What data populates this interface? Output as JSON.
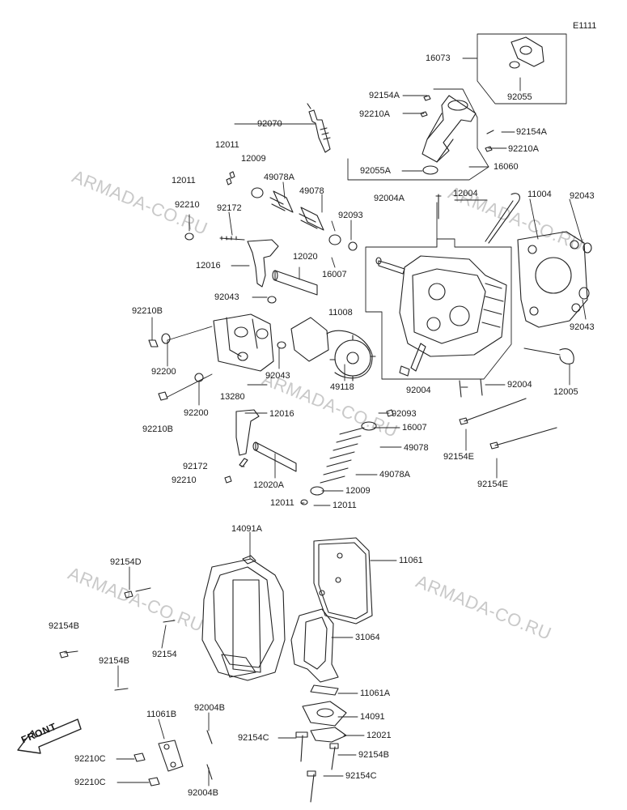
{
  "diagram_code": "E1111",
  "watermark_text": "ARMADA-CO.RU",
  "front_marker": "FRONT",
  "callouts": {
    "c16073": "16073",
    "c92055": "92055",
    "c92154A_1": "92154A",
    "c92210A_1": "92210A",
    "c92154A_2": "92154A",
    "c92210A_2": "92210A",
    "c92055A": "92055A",
    "c16060": "16060",
    "c92070": "92070",
    "c12011_top": "12011",
    "c12009_top": "12009",
    "c12011_left": "12011",
    "c49078A_top": "49078A",
    "c49078_top": "49078",
    "c92004A": "92004A",
    "c12004": "12004",
    "c92210": "92210",
    "c92172": "92172",
    "c92093_top": "92093",
    "c11004": "11004",
    "c92043_tr": "92043",
    "c12020": "12020",
    "c12016_top": "12016",
    "c16007_top": "16007",
    "c92043_mid": "92043",
    "c11008": "11008",
    "c92210B_top": "92210B",
    "c92043_right": "92043",
    "c92200_top": "92200",
    "c92043_cam": "92043",
    "c13280": "13280",
    "c49118": "49118",
    "c92004_a": "92004",
    "c92004_b": "92004",
    "c12005": "12005",
    "c92200_bot": "92200",
    "c92210B_bot": "92210B",
    "c92093_bot": "92093",
    "c12016_bot": "12016",
    "c16007_bot": "16007",
    "c49078_bot": "49078",
    "c92154E_1": "92154E",
    "c92172_bot": "92172",
    "c49078A_bot": "49078A",
    "c92210_bot": "92210",
    "c12020A": "12020A",
    "c12009_bot": "12009",
    "c92154E_2": "92154E",
    "c12011_bot1": "12011",
    "c12011_bot2": "12011",
    "c14091A": "14091A",
    "c11061": "11061",
    "c92154D": "92154D",
    "c92154B_1": "92154B",
    "c92154": "92154",
    "c31064": "31064",
    "c92154B_2": "92154B",
    "c11061A": "11061A",
    "c11061B": "11061B",
    "c92004B_1": "92004B",
    "c14091": "14091",
    "c92154C_1": "92154C",
    "c12021": "12021",
    "c92210C_1": "92210C",
    "c92154B_3": "92154B",
    "c92210C_2": "92210C",
    "c92004B_2": "92004B",
    "c92154C_2": "92154C"
  }
}
